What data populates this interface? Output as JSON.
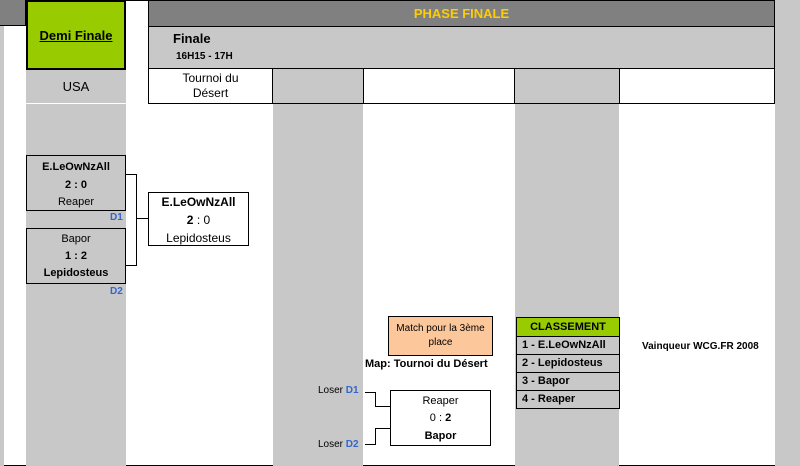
{
  "demi": {
    "title": "Demi Finale",
    "region": "USA"
  },
  "header": {
    "title": "PHASE FINALE"
  },
  "finale": {
    "title": "Finale",
    "time": "16H15 - 17H",
    "map": "Tournoi du Désert"
  },
  "semis": [
    {
      "top": "E.LeOwNzAll",
      "score": "2 : 0",
      "bottom": "Reaper",
      "tag": "D1"
    },
    {
      "top": "Bapor",
      "score": "1 : 2",
      "bottom": "Lepidosteus",
      "tag": "D2"
    }
  ],
  "final_match": {
    "top": "E.LeOwNzAll",
    "score_left": "2",
    "score_sep": " : ",
    "score_right": "0",
    "bottom": "Lepidosteus"
  },
  "third_place": {
    "title": "Match pour la 3ème place",
    "map": "Map: Tournoi du Désert",
    "loser1_prefix": "Loser ",
    "loser1_tag": "D1",
    "loser2_prefix": "Loser ",
    "loser2_tag": "D2",
    "top": "Reaper",
    "score_left": "0 : ",
    "score_right": "2",
    "bottom": "Bapor"
  },
  "classement": {
    "title": "CLASSEMENT",
    "rows": [
      "1 - E.LeOwNzAll",
      "2 - Lepidosteus",
      "3 - Bapor",
      "4 - Reaper"
    ]
  },
  "winner": "Vainqueur WCG.FR 2008",
  "colors": {
    "header_bg": "#808080",
    "header_text": "#ffcc00",
    "green": "#99cc00",
    "orange": "#fcc79b",
    "gray": "#c8c8c8",
    "blue": "#3366cc"
  }
}
